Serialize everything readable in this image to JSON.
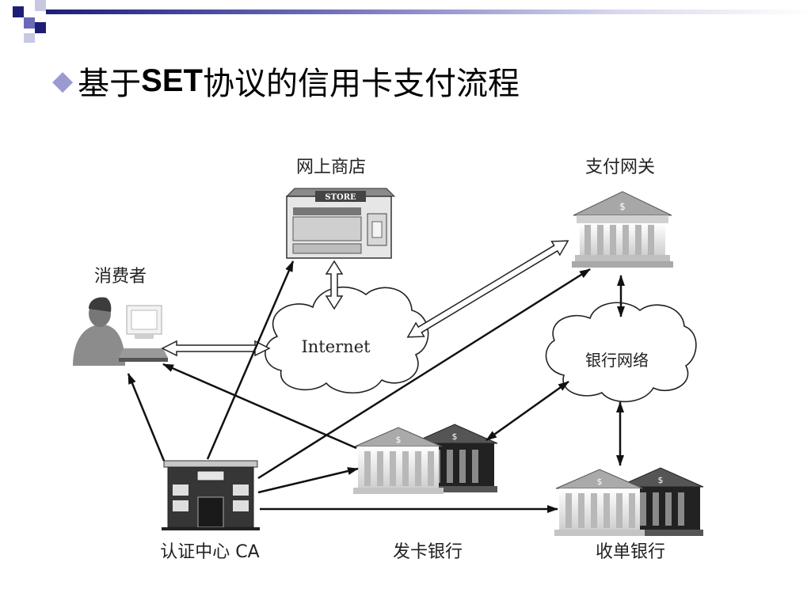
{
  "title": {
    "bullet": "◆",
    "prefix": "基于",
    "bold": "SET",
    "suffix": "协议的信用卡支付流程"
  },
  "diagram": {
    "online_store": "网上商店",
    "store_sign": "STORE",
    "payment_gateway": "支付网关",
    "consumer": "消费者",
    "internet": "Internet",
    "bank_network": "银行网络",
    "ca": "认证中心 CA",
    "issuing_bank": "发卡银行",
    "acquiring_bank": "收单银行",
    "dollar": "$"
  },
  "colors": {
    "band_dark": "#1e1e78",
    "band_mid": "#6a6ab8",
    "band_light": "#e4e4f4",
    "bullet": "#9b9ad0"
  }
}
